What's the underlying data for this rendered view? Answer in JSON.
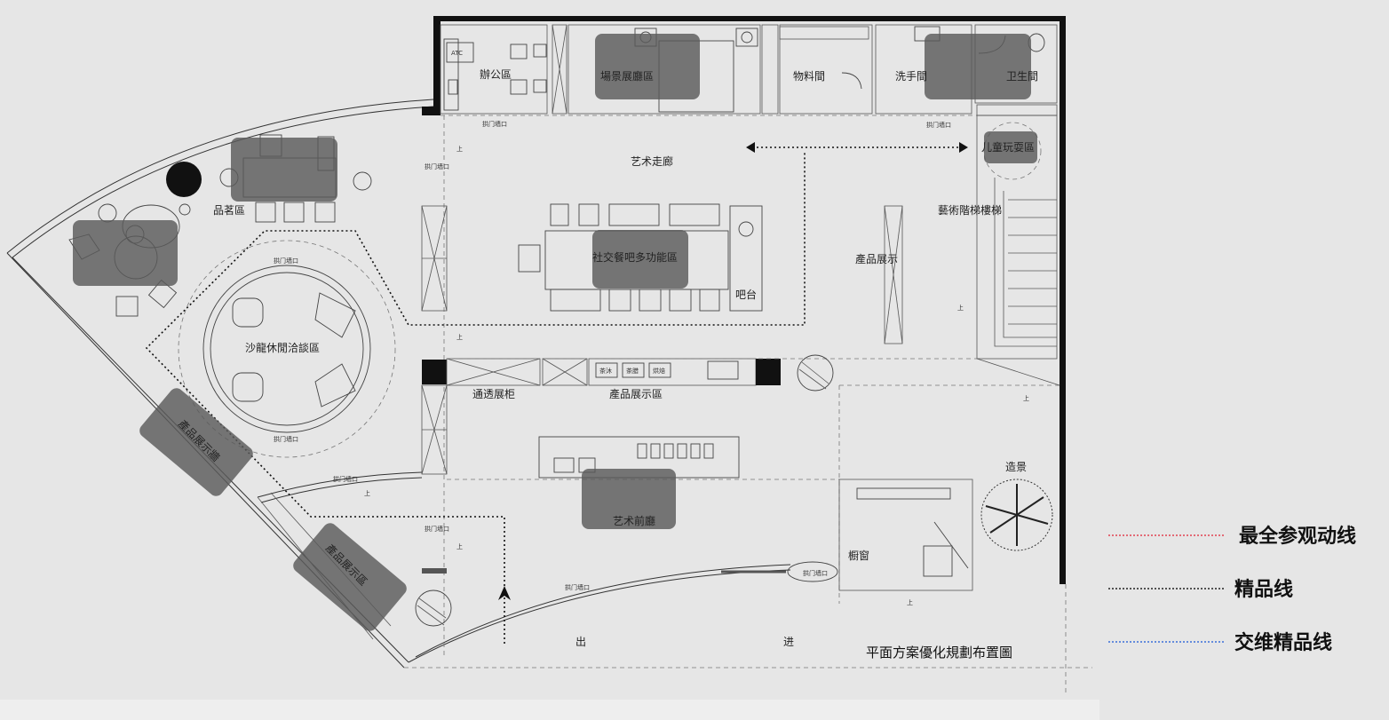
{
  "rooms": {
    "office": "辦公區",
    "scene_hall": "場景展廳區",
    "material": "物料間",
    "wash": "洗手間",
    "restroom": "卫生間",
    "kids_area": "儿童玩耍區",
    "art_corridor": "艺术走廊",
    "art_stair": "藝術階梯樓梯",
    "tea_area": "品茗區",
    "social_bar": "社交餐吧多功能區",
    "bar_counter": "吧台",
    "product_display_center": "產品展示",
    "salon": "沙龍休閒洽談區",
    "transparent_cabinet": "通透展柜",
    "product_display_area": "產品展示區",
    "product_wall": "產品展示牆",
    "product_display_area_2": "產品展示區",
    "art_front_hall": "艺术前廳",
    "landscape": "造景",
    "shop_window": "橱窗",
    "exit": "出",
    "enter": "进",
    "up": "上",
    "door_lock": "拱门墙口",
    "shelf_items": [
      "茶沐",
      "茶腊",
      "烘焙"
    ],
    "note_tag": "ATC"
  },
  "plan_title": "平面方案優化規劃布置圖",
  "legend": [
    {
      "label": "最全参观动线",
      "color": "#e04050"
    },
    {
      "label": "精品线",
      "color": "#222222"
    },
    {
      "label": "交维精品线",
      "color": "#3a6fd8"
    }
  ]
}
